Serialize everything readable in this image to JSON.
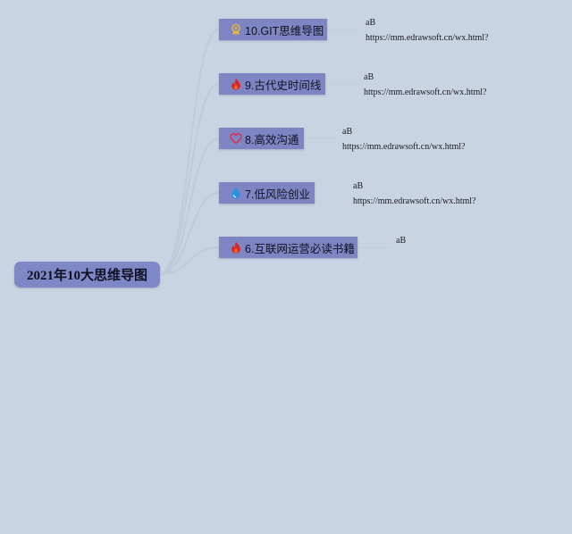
{
  "root": {
    "label": "2021年10大思维导图"
  },
  "topics": [
    {
      "label": "10.GIT思维导图",
      "icon": "award-icon",
      "icon_color": "#e3b24a",
      "note_text": "aB",
      "note_url": "https://mm.edrawsoft.cn/wx.html?"
    },
    {
      "label": "9.古代史时间线",
      "icon": "fire-icon",
      "icon_color": "#e2241b",
      "note_text": "aB",
      "note_url": "https://mm.edrawsoft.cn/wx.html?"
    },
    {
      "label": "8.高效沟通",
      "icon": "heart-icon",
      "icon_color": "#e0304a",
      "note_text": "aB",
      "note_url": "https://mm.edrawsoft.cn/wx.html?"
    },
    {
      "label": "7.低风险创业",
      "icon": "water-drop-icon",
      "icon_color": "#2a8de0",
      "note_text": "aB",
      "note_url": "https://mm.edrawsoft.cn/wx.html?"
    },
    {
      "label": "6.互联网运营必读书籍",
      "icon": "fire-icon",
      "icon_color": "#e2241b",
      "note_text": "aB",
      "note_url": ""
    }
  ],
  "colors": {
    "background": "#c8d4e2",
    "root_fill": "#7f88c6",
    "topic_fill": "#7d86c3",
    "connector": "#c2cedd"
  }
}
